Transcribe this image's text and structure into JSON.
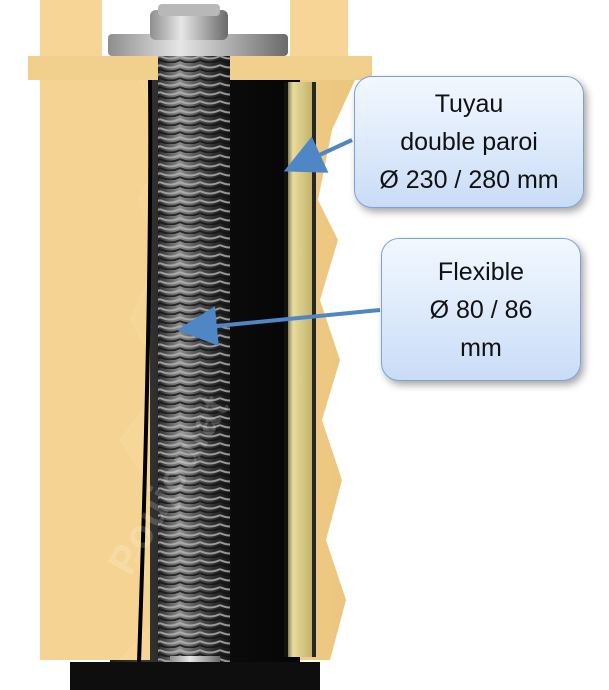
{
  "callouts": {
    "tuyau": {
      "lines": [
        "Tuyau",
        "double paroi",
        "Ø 230 / 280 mm"
      ]
    },
    "flexible": {
      "lines": [
        "Flexible",
        "Ø 80 / 86",
        "mm"
      ]
    }
  },
  "colors": {
    "insulation": "#f6d596",
    "insulation_shadow": "#d9b26c",
    "outer_pipe": "#0c0c0c",
    "inner_wall": "#d8c98a",
    "flex_pipe": "#4a4a4a",
    "flex_highlight": "#9a9a9a",
    "arrow": "#4f86c6",
    "callout_border": "#7aa2d9"
  },
  "watermark": {
    "text": "Poujoulat"
  }
}
